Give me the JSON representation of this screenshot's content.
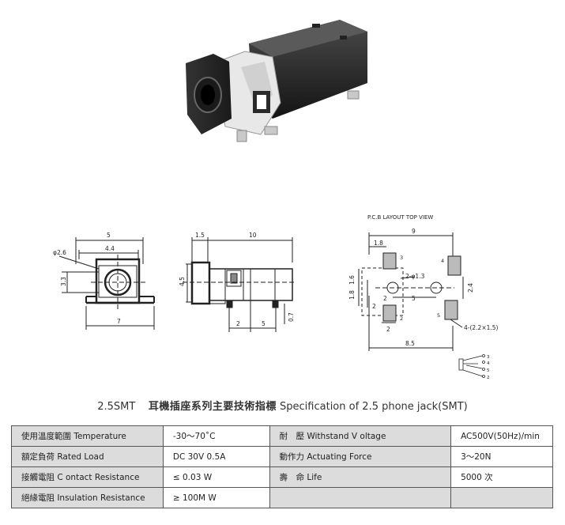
{
  "drawings": {
    "side": {
      "dim_width": "5",
      "dim_inner": "4.4",
      "dim_diam": "φ2.6",
      "dim_height": "3.3",
      "dim_base": "7"
    },
    "front": {
      "dim_lead": "1.5",
      "dim_length": "10",
      "dim_height": "4.5",
      "dim_pin1": "2",
      "dim_pin2": "5",
      "dim_standoff": "0.7"
    },
    "pcb": {
      "title": "P.C.B LAYOUT    TOP VIEW",
      "dim_total": "9",
      "dim_18": "1.8",
      "dim_vert_a": "1.8",
      "dim_vert_b": "1.6",
      "dim_hole": "2-φ1.3",
      "dim_2a": "2",
      "dim_5": "5",
      "dim_24": "2.4",
      "dim_2b": "2",
      "dim_2c": "2",
      "dim_pad": "4-(2.2×1.5)",
      "dim_85": "8.5",
      "pin3": "3",
      "pin4": "4",
      "pin5": "5",
      "pin2": "2"
    },
    "schematic": {
      "pin3": "3",
      "pin4": "4",
      "pin5": "5",
      "pin2": "2"
    }
  },
  "heading": {
    "model": "2.5SMT",
    "chinese": "耳機插座系列主要技術指標",
    "english": "Specification of 2.5 phone jack(SMT)"
  },
  "spec_rows": [
    {
      "l1": "使用溫度範圍 Temperature",
      "v1": "-30～70˚C",
      "l2": "耐　壓  Withstand V oltage",
      "v2": "AC500V(50Hz)/min"
    },
    {
      "l1": "額定負荷  Rated Load",
      "v1": "DC  30V  0.5A",
      "l2": "動作力  Actuating Force",
      "v2": "3～20N"
    },
    {
      "l1": "接觸電阻  C ontact Resistance",
      "v1": "≤ 0.03 W",
      "l2": "壽　命  Life",
      "v2": "5000 次"
    },
    {
      "l1": "絕緣電阻  Insulation Resistance",
      "v1": "≥ 100M W"
    }
  ]
}
